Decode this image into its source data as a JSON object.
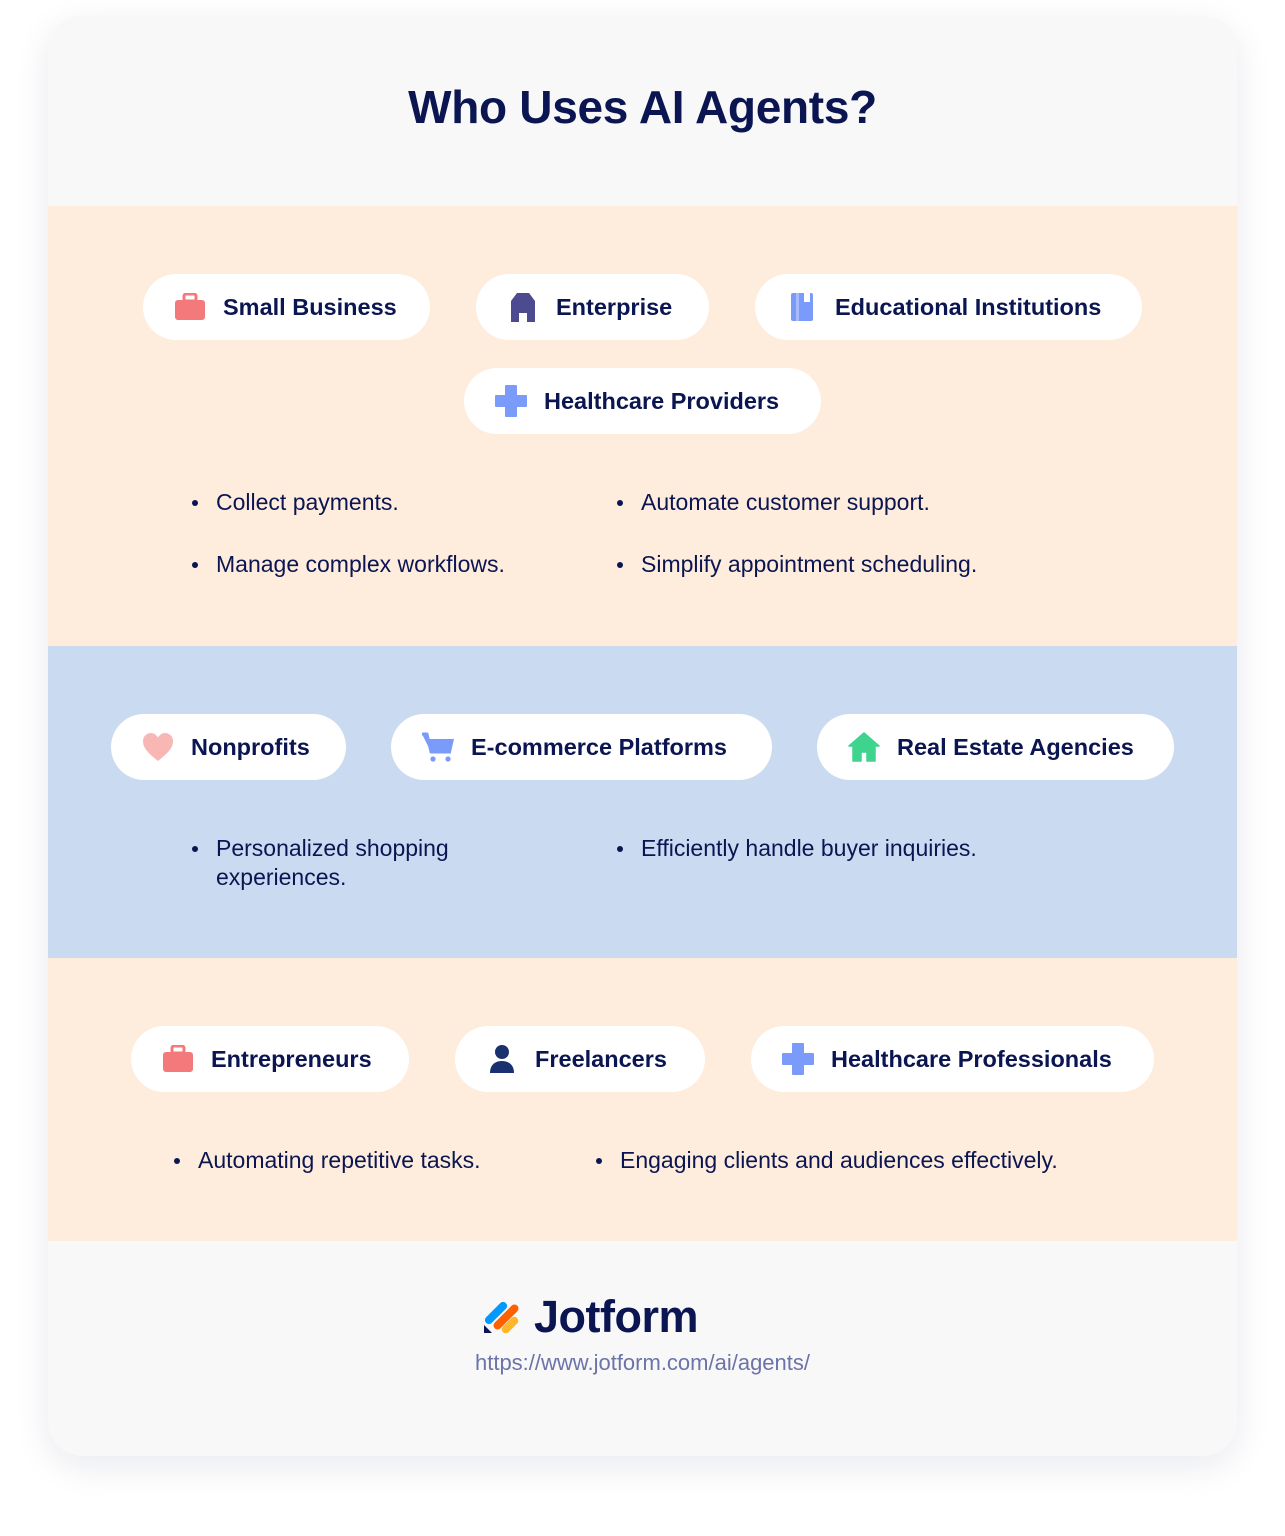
{
  "title": "Who Uses AI Agents?",
  "colors": {
    "text": "#0a1551",
    "card_bg": "#f8f8f8",
    "peach_band": "#feecdc",
    "blue_band": "#cadaf1",
    "pill_bg": "#ffffff",
    "briefcase": "#f4797a",
    "building": "#4c4b8f",
    "book": "#7b9bfa",
    "cross": "#7b9bfa",
    "heart": "#f8b7b5",
    "cart": "#7b9bfa",
    "house": "#3fd48e",
    "person": "#1a3170",
    "url": "#6c73a8"
  },
  "section1": {
    "categories": [
      {
        "label": "Small Business",
        "icon": "briefcase-icon"
      },
      {
        "label": "Enterprise",
        "icon": "building-icon"
      },
      {
        "label": "Educational Institutions",
        "icon": "book-icon"
      },
      {
        "label": "Healthcare Providers",
        "icon": "medical-cross-icon"
      }
    ],
    "bullets": [
      "Collect payments.",
      "Automate customer support.",
      "Manage complex workflows.",
      "Simplify appointment scheduling."
    ]
  },
  "section2": {
    "categories": [
      {
        "label": "Nonprofits",
        "icon": "heart-icon"
      },
      {
        "label": "E-commerce Platforms",
        "icon": "shopping-cart-icon"
      },
      {
        "label": "Real Estate Agencies",
        "icon": "house-icon"
      }
    ],
    "bullets": [
      "Personalized shopping experiences.",
      "Efficiently handle buyer inquiries."
    ]
  },
  "section3": {
    "categories": [
      {
        "label": "Entrepreneurs",
        "icon": "briefcase-icon"
      },
      {
        "label": "Freelancers",
        "icon": "person-icon"
      },
      {
        "label": "Healthcare Professionals",
        "icon": "medical-cross-icon"
      }
    ],
    "bullets": [
      "Automating repetitive tasks.",
      "Engaging clients and audiences effectively."
    ]
  },
  "footer": {
    "brand": "Jotform",
    "url": "https://www.jotform.com/ai/agents/"
  }
}
